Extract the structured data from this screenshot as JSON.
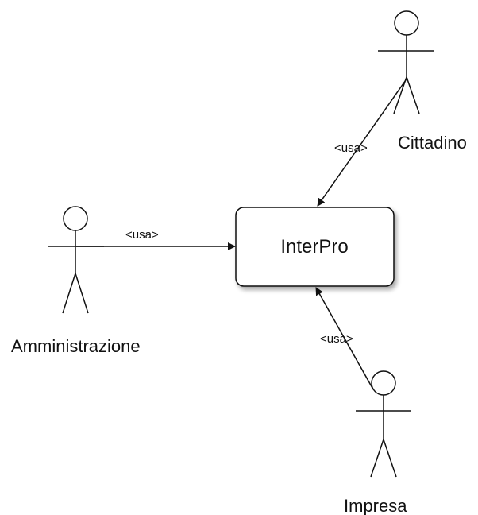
{
  "system": {
    "name": "InterPro"
  },
  "actors": {
    "cittadino": "Cittadino",
    "amministrazione": "Amministrazione",
    "impresa": "Impresa"
  },
  "relations": {
    "cittadino": "<usa>",
    "amministrazione": "<usa>",
    "impresa": "<usa>"
  }
}
